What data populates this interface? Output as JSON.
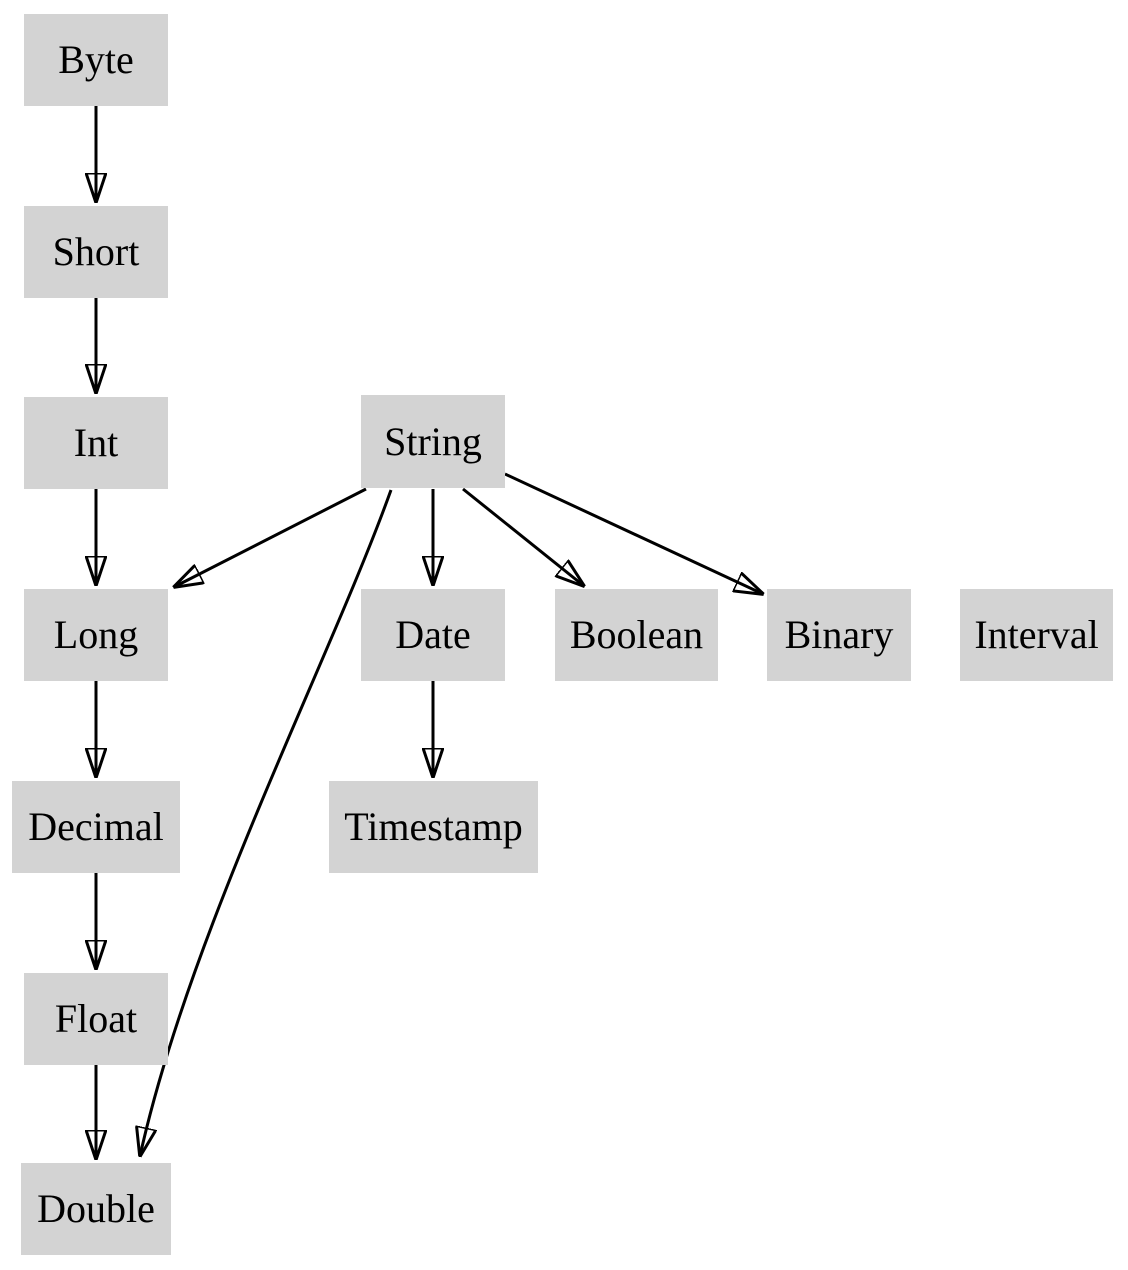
{
  "diagram": {
    "type": "directed-graph",
    "background_color": "#ffffff",
    "node_fill_color": "#d3d3d3",
    "edge_color": "#000000",
    "text_color": "#000000"
  },
  "nodes": {
    "byte": {
      "label": "Byte"
    },
    "short": {
      "label": "Short"
    },
    "int": {
      "label": "Int"
    },
    "string": {
      "label": "String"
    },
    "long": {
      "label": "Long"
    },
    "date": {
      "label": "Date"
    },
    "boolean": {
      "label": "Boolean"
    },
    "binary": {
      "label": "Binary"
    },
    "interval": {
      "label": "Interval"
    },
    "decimal": {
      "label": "Decimal"
    },
    "timestamp": {
      "label": "Timestamp"
    },
    "float": {
      "label": "Float"
    },
    "double": {
      "label": "Double"
    }
  },
  "edges": [
    {
      "from": "Byte",
      "to": "Short"
    },
    {
      "from": "Short",
      "to": "Int"
    },
    {
      "from": "Int",
      "to": "Long"
    },
    {
      "from": "Long",
      "to": "Decimal"
    },
    {
      "from": "Decimal",
      "to": "Float"
    },
    {
      "from": "Float",
      "to": "Double"
    },
    {
      "from": "String",
      "to": "Long"
    },
    {
      "from": "String",
      "to": "Date"
    },
    {
      "from": "String",
      "to": "Boolean"
    },
    {
      "from": "String",
      "to": "Binary"
    },
    {
      "from": "String",
      "to": "Double"
    },
    {
      "from": "Date",
      "to": "Timestamp"
    }
  ]
}
